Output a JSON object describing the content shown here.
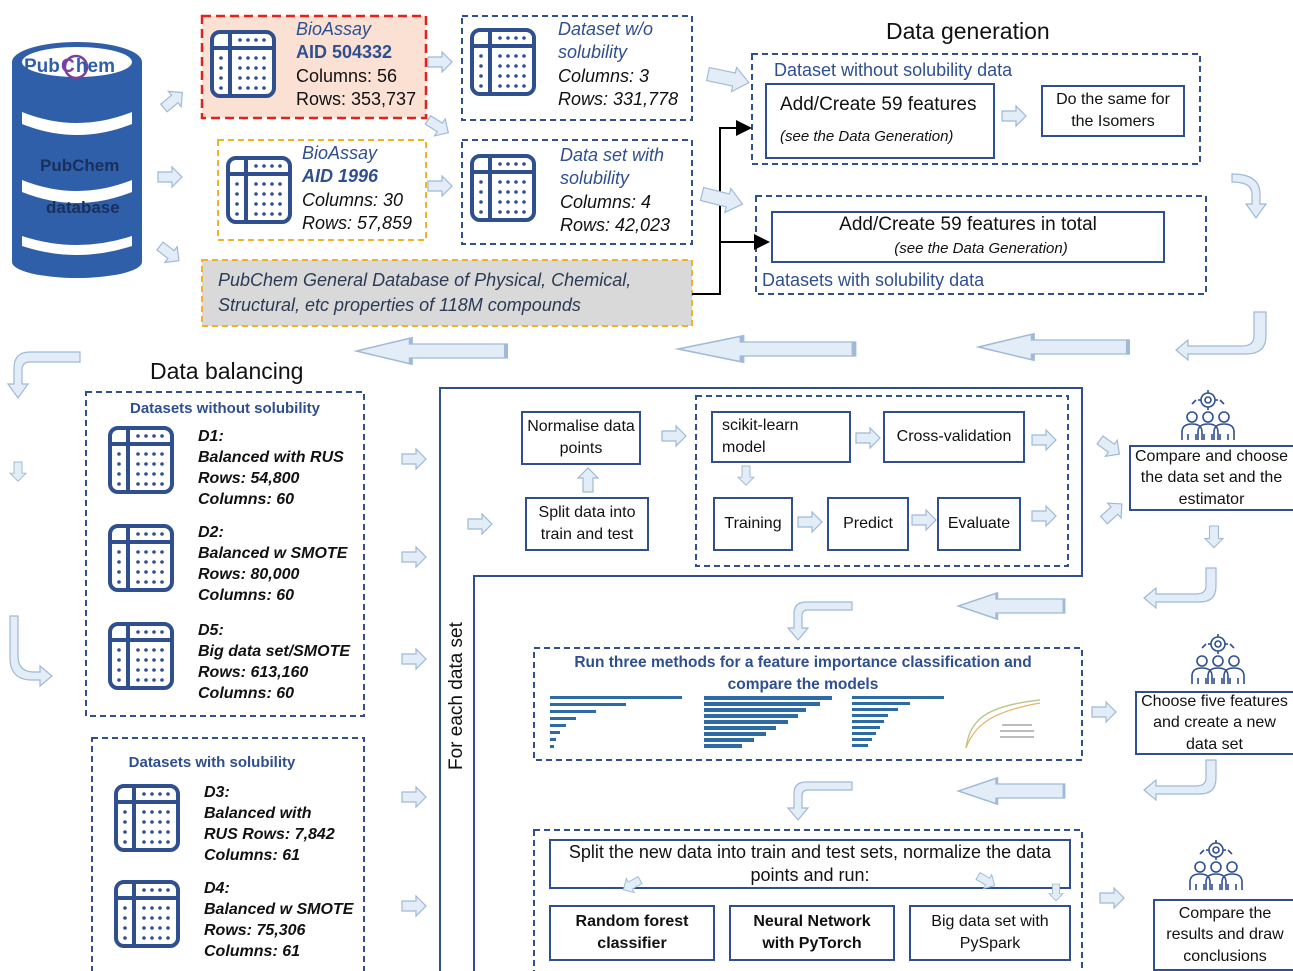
{
  "pubchem": {
    "logo_pub": "Pub",
    "logo_c": "C",
    "logo_hem": "hem",
    "label1": "PubChem",
    "label2": "database"
  },
  "aid504332": {
    "l1": "BioAssay",
    "l2": "AID 504332",
    "l3": "Columns: 56",
    "l4": "Rows: 353,737"
  },
  "aid1996": {
    "l1": "BioAssay",
    "l2": "AID 1996",
    "l3": "Columns: 30",
    "l4": "Rows: 57,859"
  },
  "ds_wo": {
    "l1": "Dataset w/o",
    "l2": "solubility",
    "l3": "Columns: 3",
    "l4": "Rows: 331,778"
  },
  "ds_with": {
    "l1": "Data set with",
    "l2": "solubility",
    "l3": "Columns: 4",
    "l4": "Rows: 42,023"
  },
  "general_db": {
    "l1": "PubChem General Database of Physical, Chemical,",
    "l2": "Structural, etc properties of  118M compounds"
  },
  "data_generation": {
    "title": "Data generation",
    "without_label": "Dataset without solubility data",
    "add59_a": "Add/Create 59 features",
    "add59_a_sub": "(see the Data Generation)",
    "isomers": "Do the same for the Isomers",
    "add59_b": "Add/Create 59 features in total",
    "add59_b_sub": "(see the Data Generation)",
    "with_label": "Datasets with solubility data"
  },
  "data_balancing": {
    "title": "Data balancing",
    "without_head": "Datasets without solubility",
    "with_head": "Datasets with solubility",
    "d1": [
      "D1:",
      "Balanced with RUS",
      "Rows: 54,800",
      "Columns: 60"
    ],
    "d2": [
      "D2:",
      "Balanced w SMOTE",
      "Rows: 80,000",
      "Columns: 60"
    ],
    "d5": [
      "D5:",
      "Big data set/SMOTE",
      "Rows: 613,160",
      "Columns: 60"
    ],
    "d3": [
      "D3:",
      "Balanced with",
      "RUS Rows: 7,842",
      "Columns: 61"
    ],
    "d4": [
      "D4:",
      "Balanced w SMOTE",
      "Rows: 75,306",
      "Columns: 61"
    ]
  },
  "pipeline": {
    "for_each": "For each data set",
    "normalise": "Normalise data points",
    "split": "Split data into train and test",
    "sklearn": "scikit-learn model",
    "cv": "Cross-validation",
    "training": "Training",
    "predict": "Predict",
    "evaluate": "Evaluate"
  },
  "feature_importance": {
    "head": "Run three methods for a feature importance classification and compare the models"
  },
  "final": {
    "split_text": "Split the new data into train and test sets, normalize the data points and run:",
    "rf": "Random forest classifier",
    "nn": "Neural Network with PyTorch",
    "spark": "Big data set with PySpark"
  },
  "decisions": {
    "choose1": "Compare and choose the data set and the estimator",
    "choose2": "Choose five features and create a new data set",
    "conclude": "Compare the results and draw conclusions"
  },
  "colors": {
    "accent": "#2f4f8f",
    "arrow_fill": "#e3edf7",
    "arrow_stroke": "#9fb9d6",
    "red": "#e2231a",
    "orange": "#f0b323",
    "salmon": "#fbe0d4",
    "grey": "#d9d9d9",
    "bar": "#2e6aa3"
  }
}
